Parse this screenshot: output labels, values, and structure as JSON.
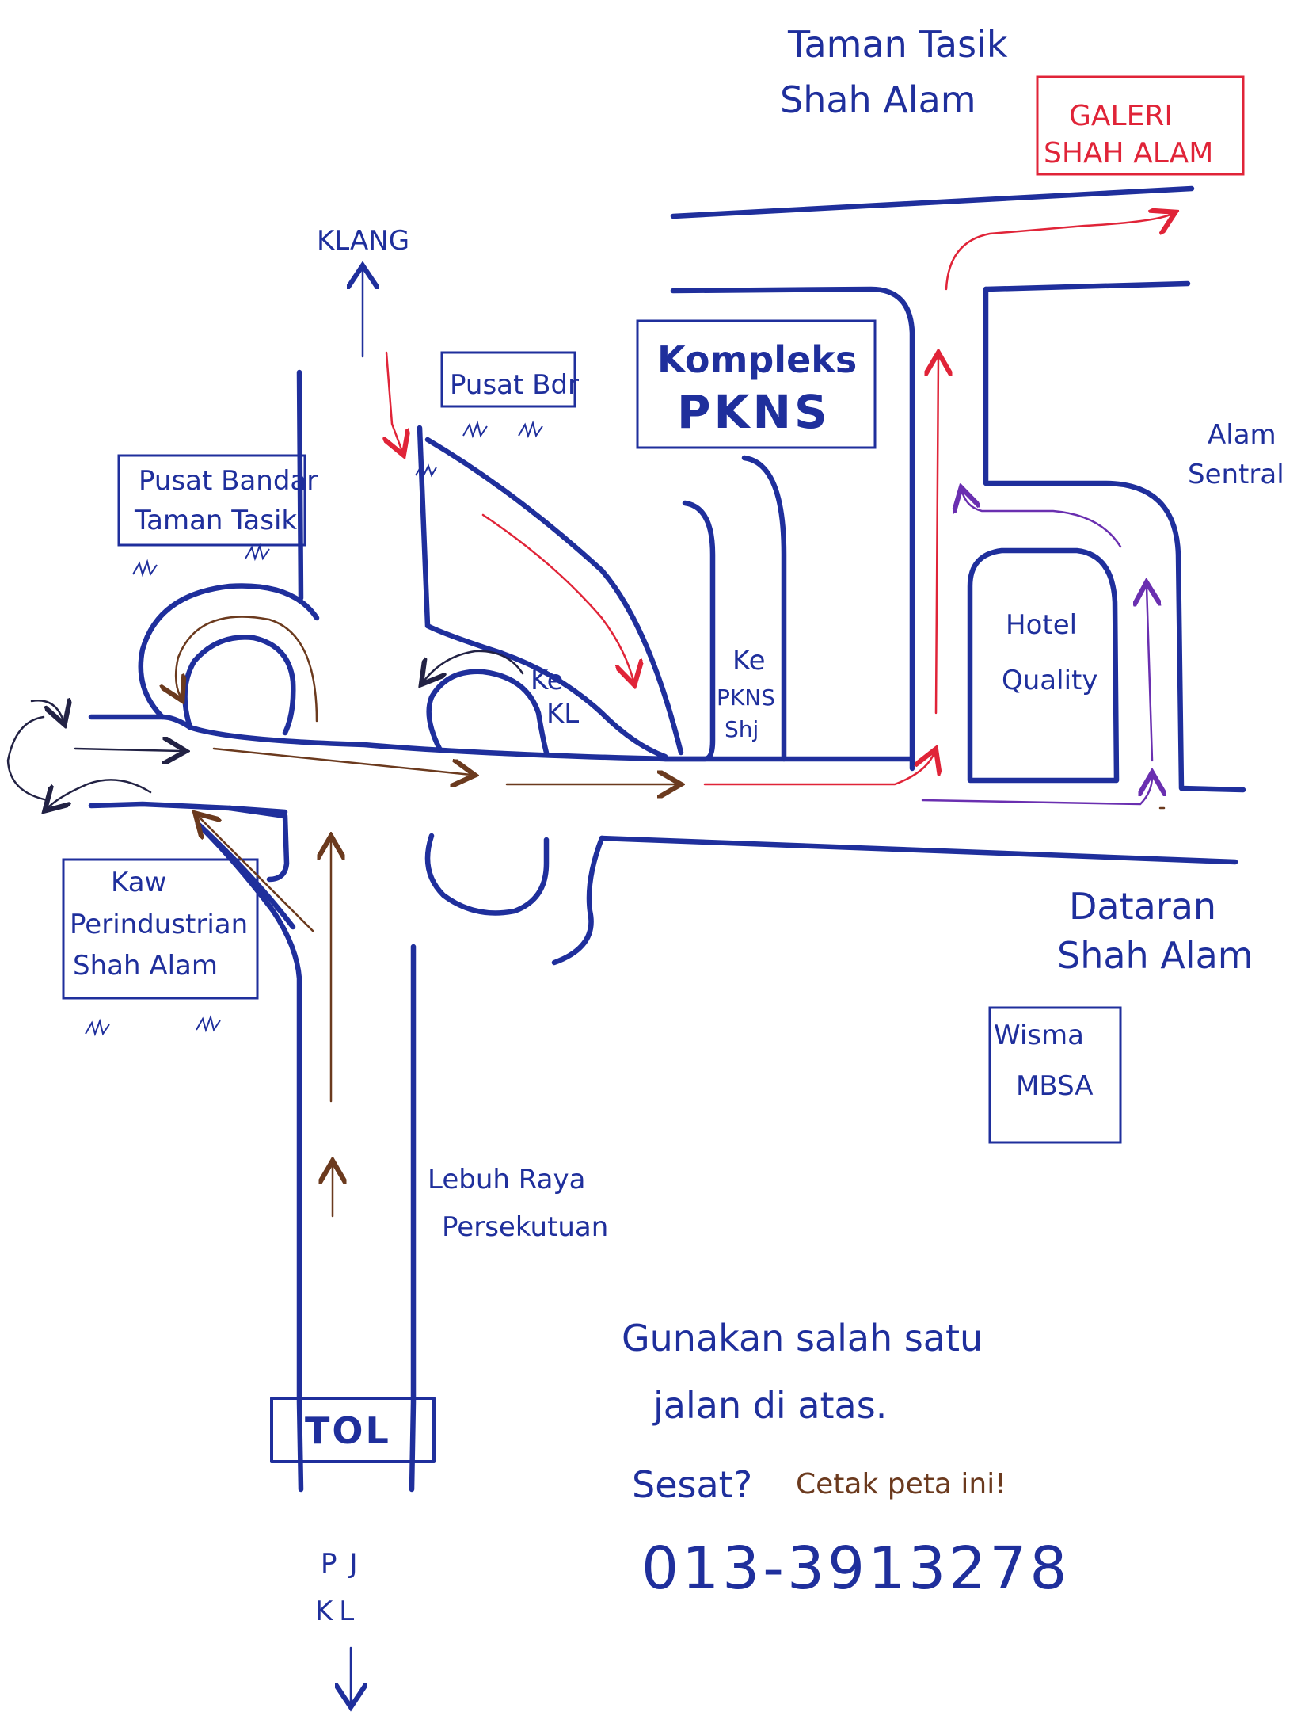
{
  "labels": {
    "taman_tasik_1": "Taman Tasik",
    "taman_tasik_2": "Shah Alam",
    "galeri_1": "GALERI",
    "galeri_2": "SHAH ALAM",
    "klang": "KLANG",
    "pusat_bdr": "Pusat Bdr",
    "kompleks_1": "Kompleks",
    "kompleks_2": "PKNS",
    "alam_sentral_1": "Alam",
    "alam_sentral_2": "Sentral",
    "pbtt_1": "Pusat Bandar",
    "pbtt_2": "Taman Tasik",
    "ke_kl_1": "Ke",
    "ke_kl_2": "KL",
    "ke_pkns_1": "Ke",
    "ke_pkns_2": "PKNS",
    "ke_pkns_3": "Shj",
    "hotel_1": "Hotel",
    "hotel_2": "Quality",
    "kaw_1": "Kaw",
    "kaw_2": "Perindustrian",
    "kaw_3": "Shah Alam",
    "dataran_1": "Dataran",
    "dataran_2": "Shah Alam",
    "wisma_1": "Wisma",
    "wisma_2": "MBSA",
    "lebuh_1": "Lebuh Raya",
    "lebuh_2": "Persekutuan",
    "tol": "TOL",
    "pj": "PJ",
    "kl": "KL"
  },
  "notes": {
    "line1": "Gunakan salah satu",
    "line2": "jalan di atas.",
    "line3a": "Sesat?",
    "line3b": "Cetak peta ini!",
    "phone": "013-3913278"
  },
  "colors": {
    "road": "#1f2f9c",
    "route_red": "#e02438",
    "route_brown": "#6b3a1e",
    "route_purple": "#6a2fb0"
  }
}
